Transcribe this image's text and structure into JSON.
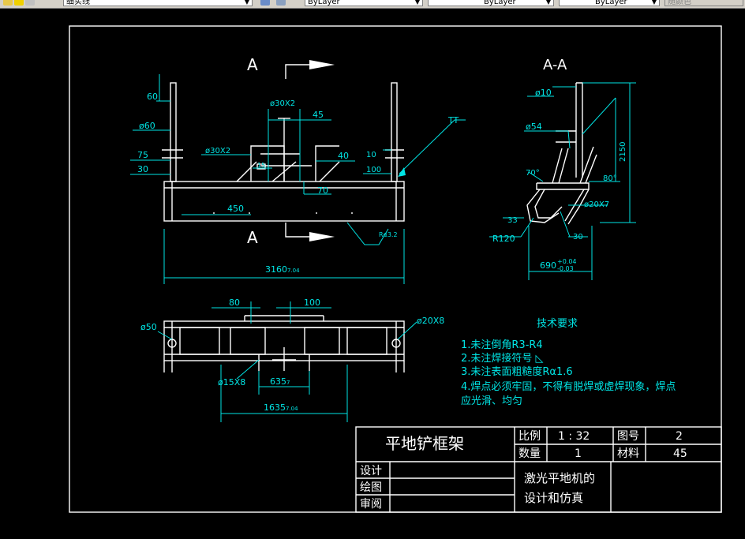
{
  "toolbar": {
    "linetype_value": "细实线",
    "color_value": "ByLayer",
    "linetype2_value": "ByLayer",
    "lineweight_value": "ByLayer",
    "plotstyle_value": "随颜色"
  },
  "drawing": {
    "section_mark_top": "A",
    "section_mark_bottom": "A",
    "section_view_title": "A-A",
    "front_dims": {
      "d60": "60",
      "dia60": "ø60",
      "d75": "75",
      "d30": "30",
      "dia30x2_a": "ø30X2",
      "dia30x2_b": "ø30X2",
      "d45": "45",
      "d15": "15",
      "d40": "40",
      "d10": "10",
      "d100": "100",
      "d70": "70",
      "d450": "450",
      "tt": "TT",
      "ra32": "Rα3.2",
      "total": "3160",
      "total_tol": "7.04"
    },
    "section_dims": {
      "dia10": "ø10",
      "dia54": "ø54",
      "h2150": "2150",
      "a70": "70°",
      "a80": "80°",
      "dia20x7": "ø20X7",
      "d33": "33",
      "r120": "R120",
      "d30": "30",
      "w690": "690",
      "tol_plus": "+0.04",
      "tol_minus": "-0.03"
    },
    "plan_dims": {
      "d80": "80",
      "d100": "100",
      "dia50": "ø50",
      "dia20x8": "ø20X8",
      "dia15x8": "ø15X8",
      "d635": "635",
      "d635_tol": "7",
      "d1635": "1635",
      "d1635_tol": "7.04"
    },
    "requirements": {
      "title": "技术要求",
      "items": [
        "1.未注倒角R3-R4",
        "2.未注焊接符号 ◺",
        "3.未注表面粗糙度Rα1.6",
        "4.焊点必须牢固，不得有脱焊或虚焊现象，焊点",
        "应光滑、均匀"
      ]
    },
    "title_block": {
      "part_name": "平地铲框架",
      "scale_label": "比例",
      "scale_value": "1 : 32",
      "drawing_no_label": "图号",
      "drawing_no_value": "2",
      "quantity_label": "数量",
      "quantity_value": "1",
      "material_label": "材料",
      "material_value": "45",
      "design_label": "设计",
      "draw_label": "绘图",
      "review_label": "审阅",
      "project_line1": "激光平地机的",
      "project_line2": "设计和仿真"
    }
  }
}
